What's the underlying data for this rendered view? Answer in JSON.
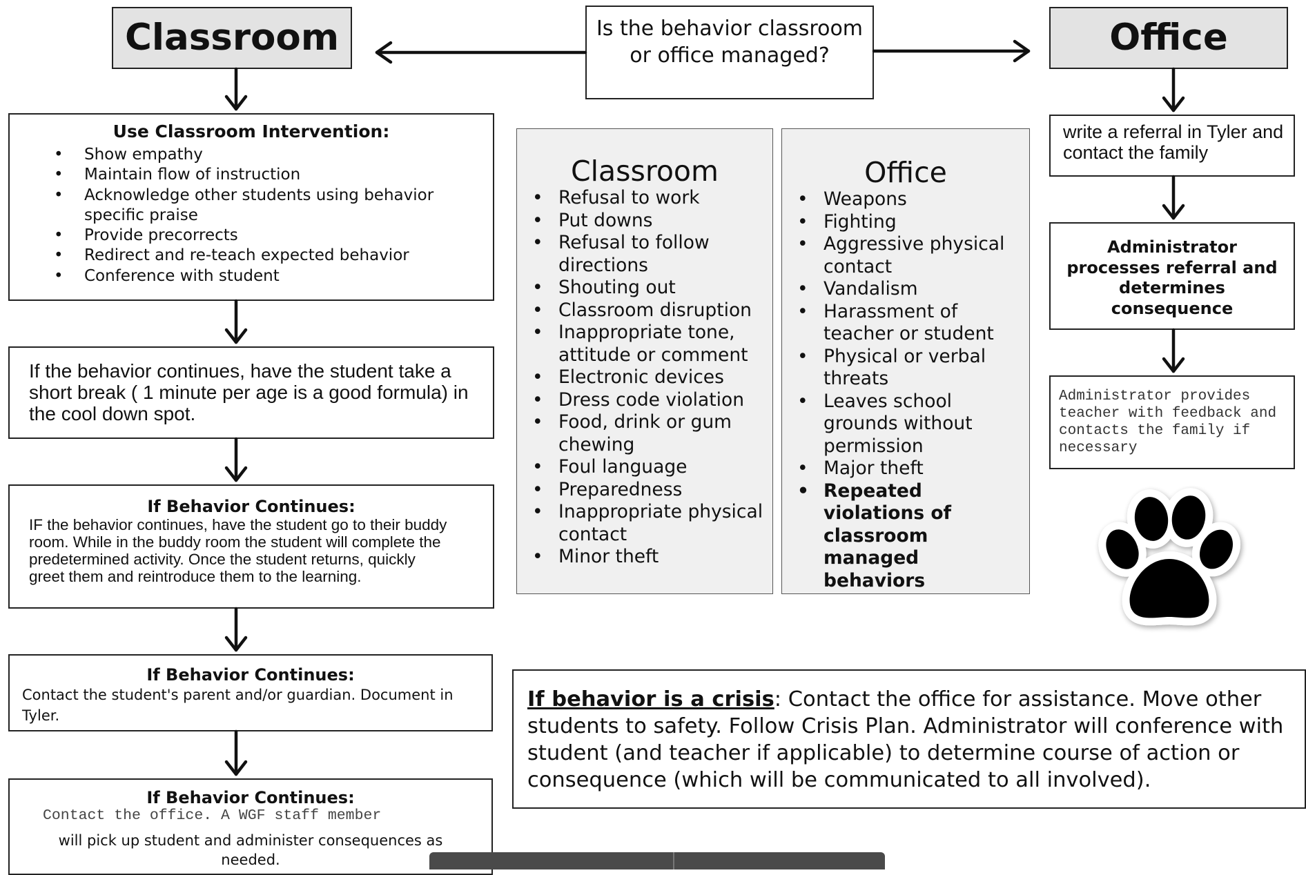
{
  "headers": {
    "classroom": "Classroom",
    "office": "Office"
  },
  "question": {
    "text": "Is the behavior classroom or office managed?"
  },
  "classroom_steps": {
    "intervention": {
      "title": "Use Classroom Intervention:",
      "items": [
        "Show empathy",
        "Maintain flow of instruction",
        "Acknowledge other students using behavior specific praise",
        "Provide precorrects",
        "Redirect and re-teach expected behavior",
        "Conference with student"
      ]
    },
    "short_break": {
      "text": "If the behavior continues, have the student take a short break ( 1 minute per age is a good formula) in the cool down spot."
    },
    "buddy_room": {
      "title": "If Behavior Continues:",
      "text": "IF the behavior continues, have the student go to their buddy room.  While in the buddy room the student will complete the predetermined activity.  Once the student returns, quickly greet them and reintroduce them to the learning."
    },
    "contact_parent": {
      "title": "If Behavior Continues:",
      "text": "Contact the student's parent and/or guardian. Document in Tyler."
    },
    "contact_office": {
      "title": "If Behavior Continues:",
      "line1": "Contact the office. A WGF staff member",
      "line2": "will pick up student and administer consequences as needed."
    }
  },
  "categories": {
    "classroom": {
      "title": "Classroom",
      "items": [
        "Refusal to work",
        "Put downs",
        "Refusal to follow directions",
        "Shouting out",
        "Classroom disruption",
        "Inappropriate tone, attitude or comment",
        "Electronic devices",
        "Dress code violation",
        "Food, drink or gum chewing",
        "Foul language",
        "Preparedness",
        "Inappropriate physical contact",
        "Minor theft"
      ]
    },
    "office": {
      "title": "Office",
      "items": [
        "Weapons",
        "Fighting",
        "Aggressive physical contact",
        "Vandalism",
        "Harassment of teacher or student",
        "Physical or verbal threats",
        "Leaves school grounds without permission",
        "Major theft"
      ],
      "bold_item": "Repeated violations of classroom managed behaviors"
    }
  },
  "office_steps": {
    "referral": {
      "text": "write a referral in Tyler and contact the family"
    },
    "admin_process": {
      "text": "Administrator processes referral and determines consequence"
    },
    "admin_feedback": {
      "text": "Administrator provides teacher with feedback and contacts the family if necessary"
    }
  },
  "crisis": {
    "lead": "If behavior is a crisis",
    "text": ": Contact the office for assistance. Move other students to safety. Follow Crisis Plan. Administrator will conference with student (and teacher if applicable) to determine course of action or consequence (which will be communicated to all involved)."
  },
  "icons": {
    "paw": "paw-print-icon"
  },
  "colors": {
    "header_fill": "#e3e3e3",
    "category_fill": "#f0f0f0",
    "line": "#222222"
  }
}
